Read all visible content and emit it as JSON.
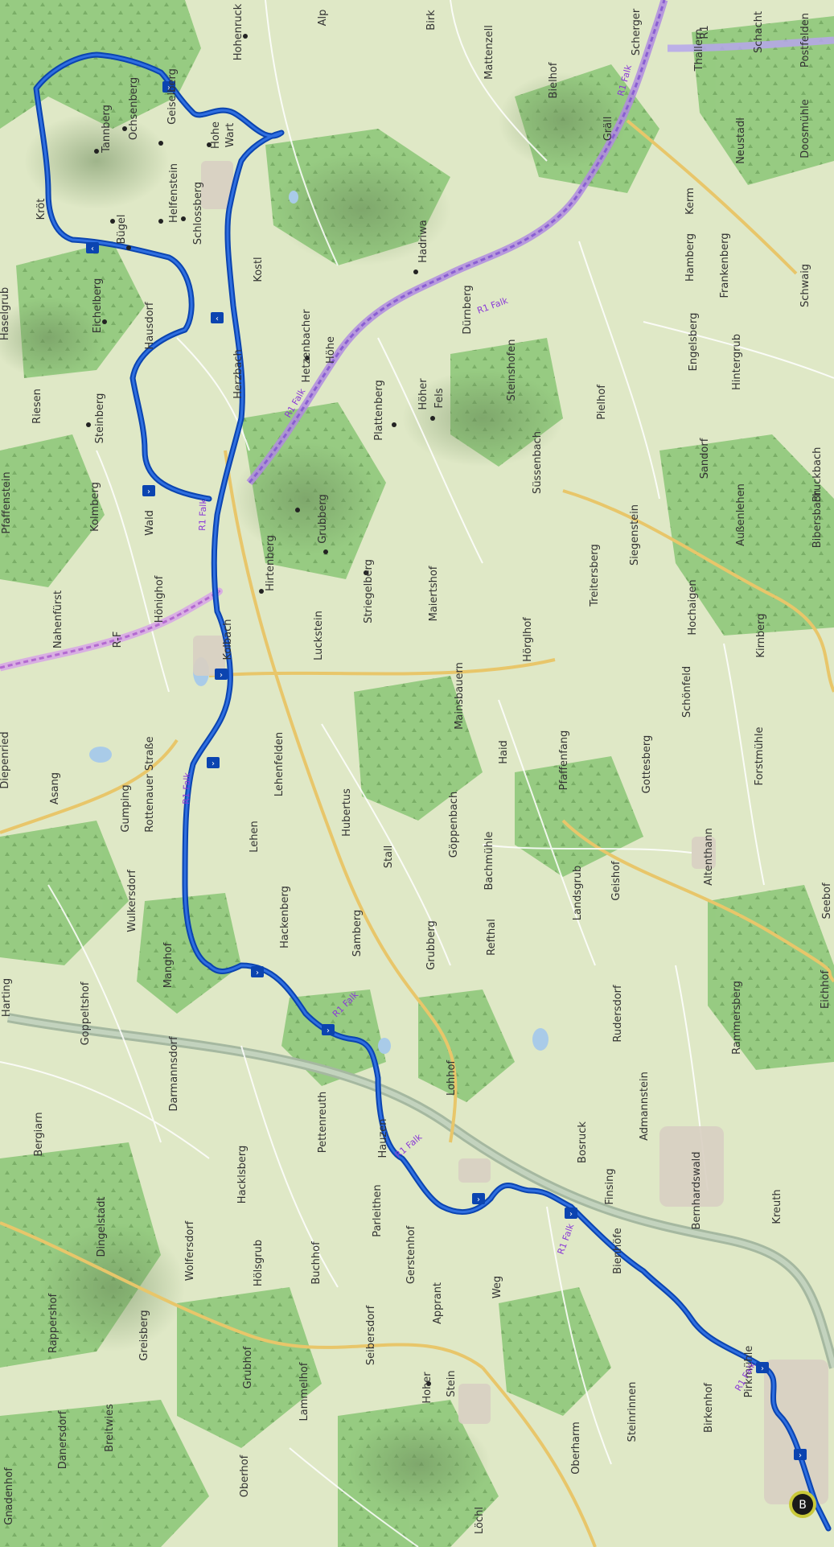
{
  "marker": {
    "label": "B"
  },
  "route_label": "R1 Falk",
  "labels": [
    [
      "Hohenruck",
      300,
      40
    ],
    [
      "Alp",
      405,
      22
    ],
    [
      "Birk",
      540,
      25
    ],
    [
      "Mattenzell",
      612,
      65
    ],
    [
      "Bielhof",
      692,
      100
    ],
    [
      "Scherger",
      795,
      40
    ],
    [
      "Thallern",
      873,
      62
    ],
    [
      "Schacht",
      947,
      40
    ],
    [
      "Postfelden",
      1005,
      50
    ],
    [
      "R1",
      880,
      40
    ],
    [
      "Tannberg",
      136,
      160
    ],
    [
      "Ochsenberg",
      170,
      135
    ],
    [
      "Geiselberg",
      218,
      120
    ],
    [
      "Hohe",
      272,
      168
    ],
    [
      "Wart",
      290,
      168
    ],
    [
      "Gräll",
      760,
      160
    ],
    [
      "Neustadl",
      925,
      175
    ],
    [
      "Doosmühle",
      1005,
      160
    ],
    [
      "Kerm",
      862,
      250
    ],
    [
      "Helfenstein",
      220,
      240
    ],
    [
      "Schlossberg",
      250,
      265
    ],
    [
      "Bügel",
      155,
      285
    ],
    [
      "Kröt",
      55,
      260
    ],
    [
      "Kostl",
      325,
      335
    ],
    [
      "Hadriwa",
      530,
      300
    ],
    [
      "Hamberg",
      862,
      320
    ],
    [
      "Frankenberg",
      905,
      330
    ],
    [
      "Schwaig",
      1005,
      355
    ],
    [
      "Haselgrub",
      10,
      390
    ],
    [
      "Eichelberg",
      125,
      380
    ],
    [
      "Hausdorf",
      190,
      405
    ],
    [
      "Hetzenbacher",
      385,
      430
    ],
    [
      "Höhe",
      415,
      435
    ],
    [
      "Dürnberg",
      585,
      385
    ],
    [
      "Engelsberg",
      866,
      425
    ],
    [
      "Hintergrub",
      920,
      450
    ],
    [
      "Riesen",
      50,
      505
    ],
    [
      "Steinberg",
      128,
      520
    ],
    [
      "Herzbach",
      300,
      465
    ],
    [
      "Plattenberg",
      475,
      510
    ],
    [
      "Höher",
      530,
      490
    ],
    [
      "Fels",
      550,
      495
    ],
    [
      "Steinshofen",
      640,
      460
    ],
    [
      "Pielhof",
      752,
      500
    ],
    [
      "Sandorf",
      880,
      570
    ],
    [
      "Pfaffenstein",
      12,
      625
    ],
    [
      "Kolmberg",
      122,
      630
    ],
    [
      "Grubberg",
      405,
      645
    ],
    [
      "Süssenbach",
      672,
      575
    ],
    [
      "Außenlehen",
      925,
      640
    ],
    [
      "Bibersbach",
      1020,
      645
    ],
    [
      "Bruckbach",
      1020,
      590
    ],
    [
      "Wald",
      190,
      650
    ],
    [
      "Hirtenberg",
      340,
      700
    ],
    [
      "Striegelberg",
      462,
      735
    ],
    [
      "Siegenstein",
      793,
      665
    ],
    [
      "Treitersberg",
      743,
      715
    ],
    [
      "Hochaigen",
      865,
      755
    ],
    [
      "Maiertshof",
      543,
      738
    ],
    [
      "Nahenfürst",
      76,
      770
    ],
    [
      "Hönighof",
      202,
      745
    ],
    [
      "Kolbach",
      287,
      795
    ],
    [
      "Luckstein",
      400,
      790
    ],
    [
      "Hörglhof",
      660,
      795
    ],
    [
      "Kirnberg",
      950,
      790
    ],
    [
      "R-F",
      150,
      795
    ],
    [
      "Schönfeld",
      858,
      860
    ],
    [
      "Mainsbauern",
      575,
      865
    ],
    [
      "Diepenried",
      10,
      945
    ],
    [
      "Asang",
      72,
      980
    ],
    [
      "Lehenfelden",
      351,
      950
    ],
    [
      "Pfaffenfang",
      705,
      945
    ],
    [
      "Haid",
      630,
      935
    ],
    [
      "Forstmühle",
      948,
      940
    ],
    [
      "Gottesberg",
      808,
      950
    ],
    [
      "Gumping",
      160,
      1005
    ],
    [
      "Hubertus",
      435,
      1010
    ],
    [
      "Göppenbach",
      568,
      1025
    ],
    [
      "Lehen",
      320,
      1040
    ],
    [
      "Altenthann",
      885,
      1065
    ],
    [
      "Bachmühle",
      612,
      1070
    ],
    [
      "Stall",
      487,
      1065
    ],
    [
      "Wulkersdorf",
      168,
      1120
    ],
    [
      "Hackenberg",
      358,
      1140
    ],
    [
      "Landsgrub",
      722,
      1110
    ],
    [
      "Geishof",
      770,
      1095
    ],
    [
      "Samberg",
      448,
      1160
    ],
    [
      "Grubberg",
      540,
      1175
    ],
    [
      "Refthal",
      615,
      1165
    ],
    [
      "Seebof",
      1032,
      1120
    ],
    [
      "Harting",
      12,
      1240
    ],
    [
      "Goppeltshof",
      110,
      1260
    ],
    [
      "Manghof",
      213,
      1200
    ],
    [
      "Rudersdorf",
      772,
      1260
    ],
    [
      "Rammersberg",
      920,
      1265
    ],
    [
      "Eichhof",
      1030,
      1230
    ],
    [
      "Darmannsdorf",
      220,
      1335
    ],
    [
      "Lohhof",
      565,
      1340
    ],
    [
      "Admannstein",
      805,
      1375
    ],
    [
      "Pettenreuth",
      405,
      1395
    ],
    [
      "Bergiarn",
      52,
      1410
    ],
    [
      "Hauzen",
      480,
      1415
    ],
    [
      "Bosruck",
      728,
      1420
    ],
    [
      "Hacklsberg",
      305,
      1460
    ],
    [
      "Bernhardswald",
      870,
      1480
    ],
    [
      "Finsing",
      762,
      1475
    ],
    [
      "Kreuth",
      970,
      1500
    ],
    [
      "Parleithen",
      473,
      1505
    ],
    [
      "Dingelstadt",
      130,
      1525
    ],
    [
      "Wolfersdorf",
      240,
      1555
    ],
    [
      "Hölsgrub",
      325,
      1570
    ],
    [
      "Buchhof",
      397,
      1570
    ],
    [
      "Gerstenhof",
      515,
      1560
    ],
    [
      "Bienhöfe",
      772,
      1555
    ],
    [
      "Apprant",
      548,
      1620
    ],
    [
      "Weg",
      622,
      1600
    ],
    [
      "Rappershof",
      70,
      1645
    ],
    [
      "Greisberg",
      183,
      1660
    ],
    [
      "Seibersdorf",
      465,
      1660
    ],
    [
      "Grubhof",
      312,
      1700
    ],
    [
      "Lammelhof",
      382,
      1730
    ],
    [
      "Pirkmühle",
      935,
      1705
    ],
    [
      "Breitwies",
      140,
      1775
    ],
    [
      "Danersdorf",
      82,
      1790
    ],
    [
      "Birkenhof",
      885,
      1750
    ],
    [
      "Steinrinnen",
      790,
      1755
    ],
    [
      "Oberharm",
      720,
      1800
    ],
    [
      "Hoher",
      535,
      1725
    ],
    [
      "Stein",
      565,
      1720
    ],
    [
      "Gnadenhof",
      15,
      1860
    ],
    [
      "Oberhof",
      308,
      1835
    ],
    [
      "Löchl",
      600,
      1890
    ],
    [
      "Rottenauer Straße",
      190,
      975
    ]
  ]
}
